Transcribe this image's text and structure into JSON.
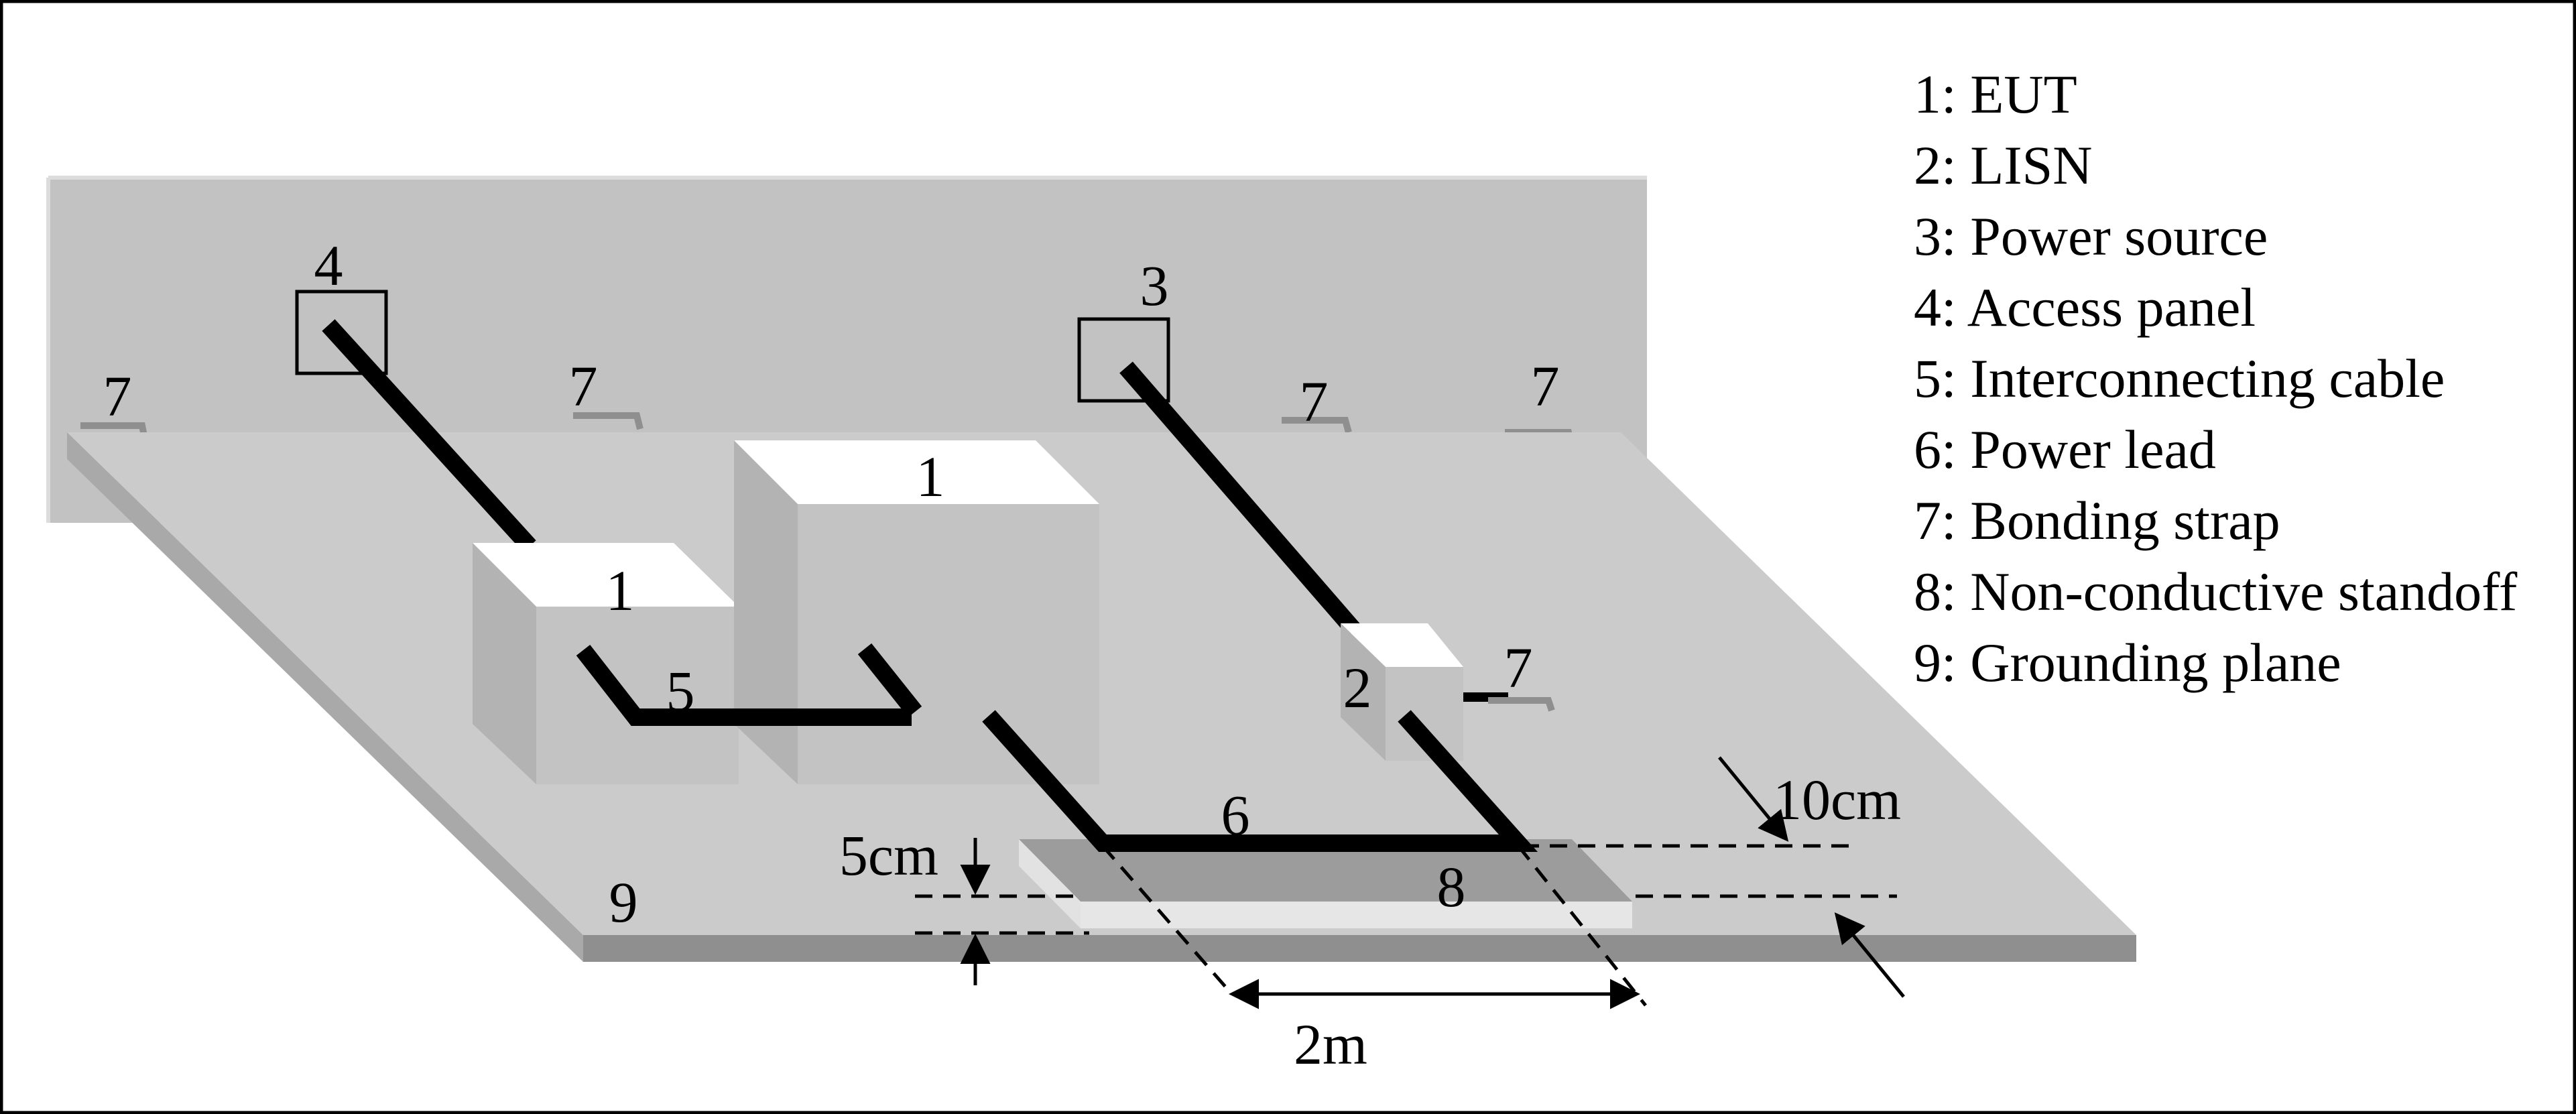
{
  "labels": {
    "eut_small": "1",
    "eut_large": "1",
    "lisn": "2",
    "power_source": "3",
    "access_panel": "4",
    "interconnecting_cable": "5",
    "power_lead": "6",
    "strap_a": "7",
    "strap_b": "7",
    "strap_c": "7",
    "strap_d": "7",
    "strap_lisn": "7",
    "standoff": "8",
    "ground_plane": "9"
  },
  "dimensions": {
    "standoff_height": "5cm",
    "edge_distance": "10cm",
    "lead_length": "2m"
  },
  "legend": [
    "1: EUT",
    "2: LISN",
    "3: Power source",
    "4: Access panel",
    "5: Interconnecting cable",
    "6: Power lead",
    "7: Bonding strap",
    "8: Non-conductive standoff",
    "9: Grounding plane"
  ],
  "colors": {
    "wall": "#c2c2c2",
    "plane_top": "#cbcbcb",
    "plane_edge": "#8f8f8f",
    "box_top": "#ffffff",
    "box_front": "#c3c3c3",
    "box_side": "#b3b3b3",
    "standoff": "#9c9c9c",
    "cable": "#000000"
  }
}
